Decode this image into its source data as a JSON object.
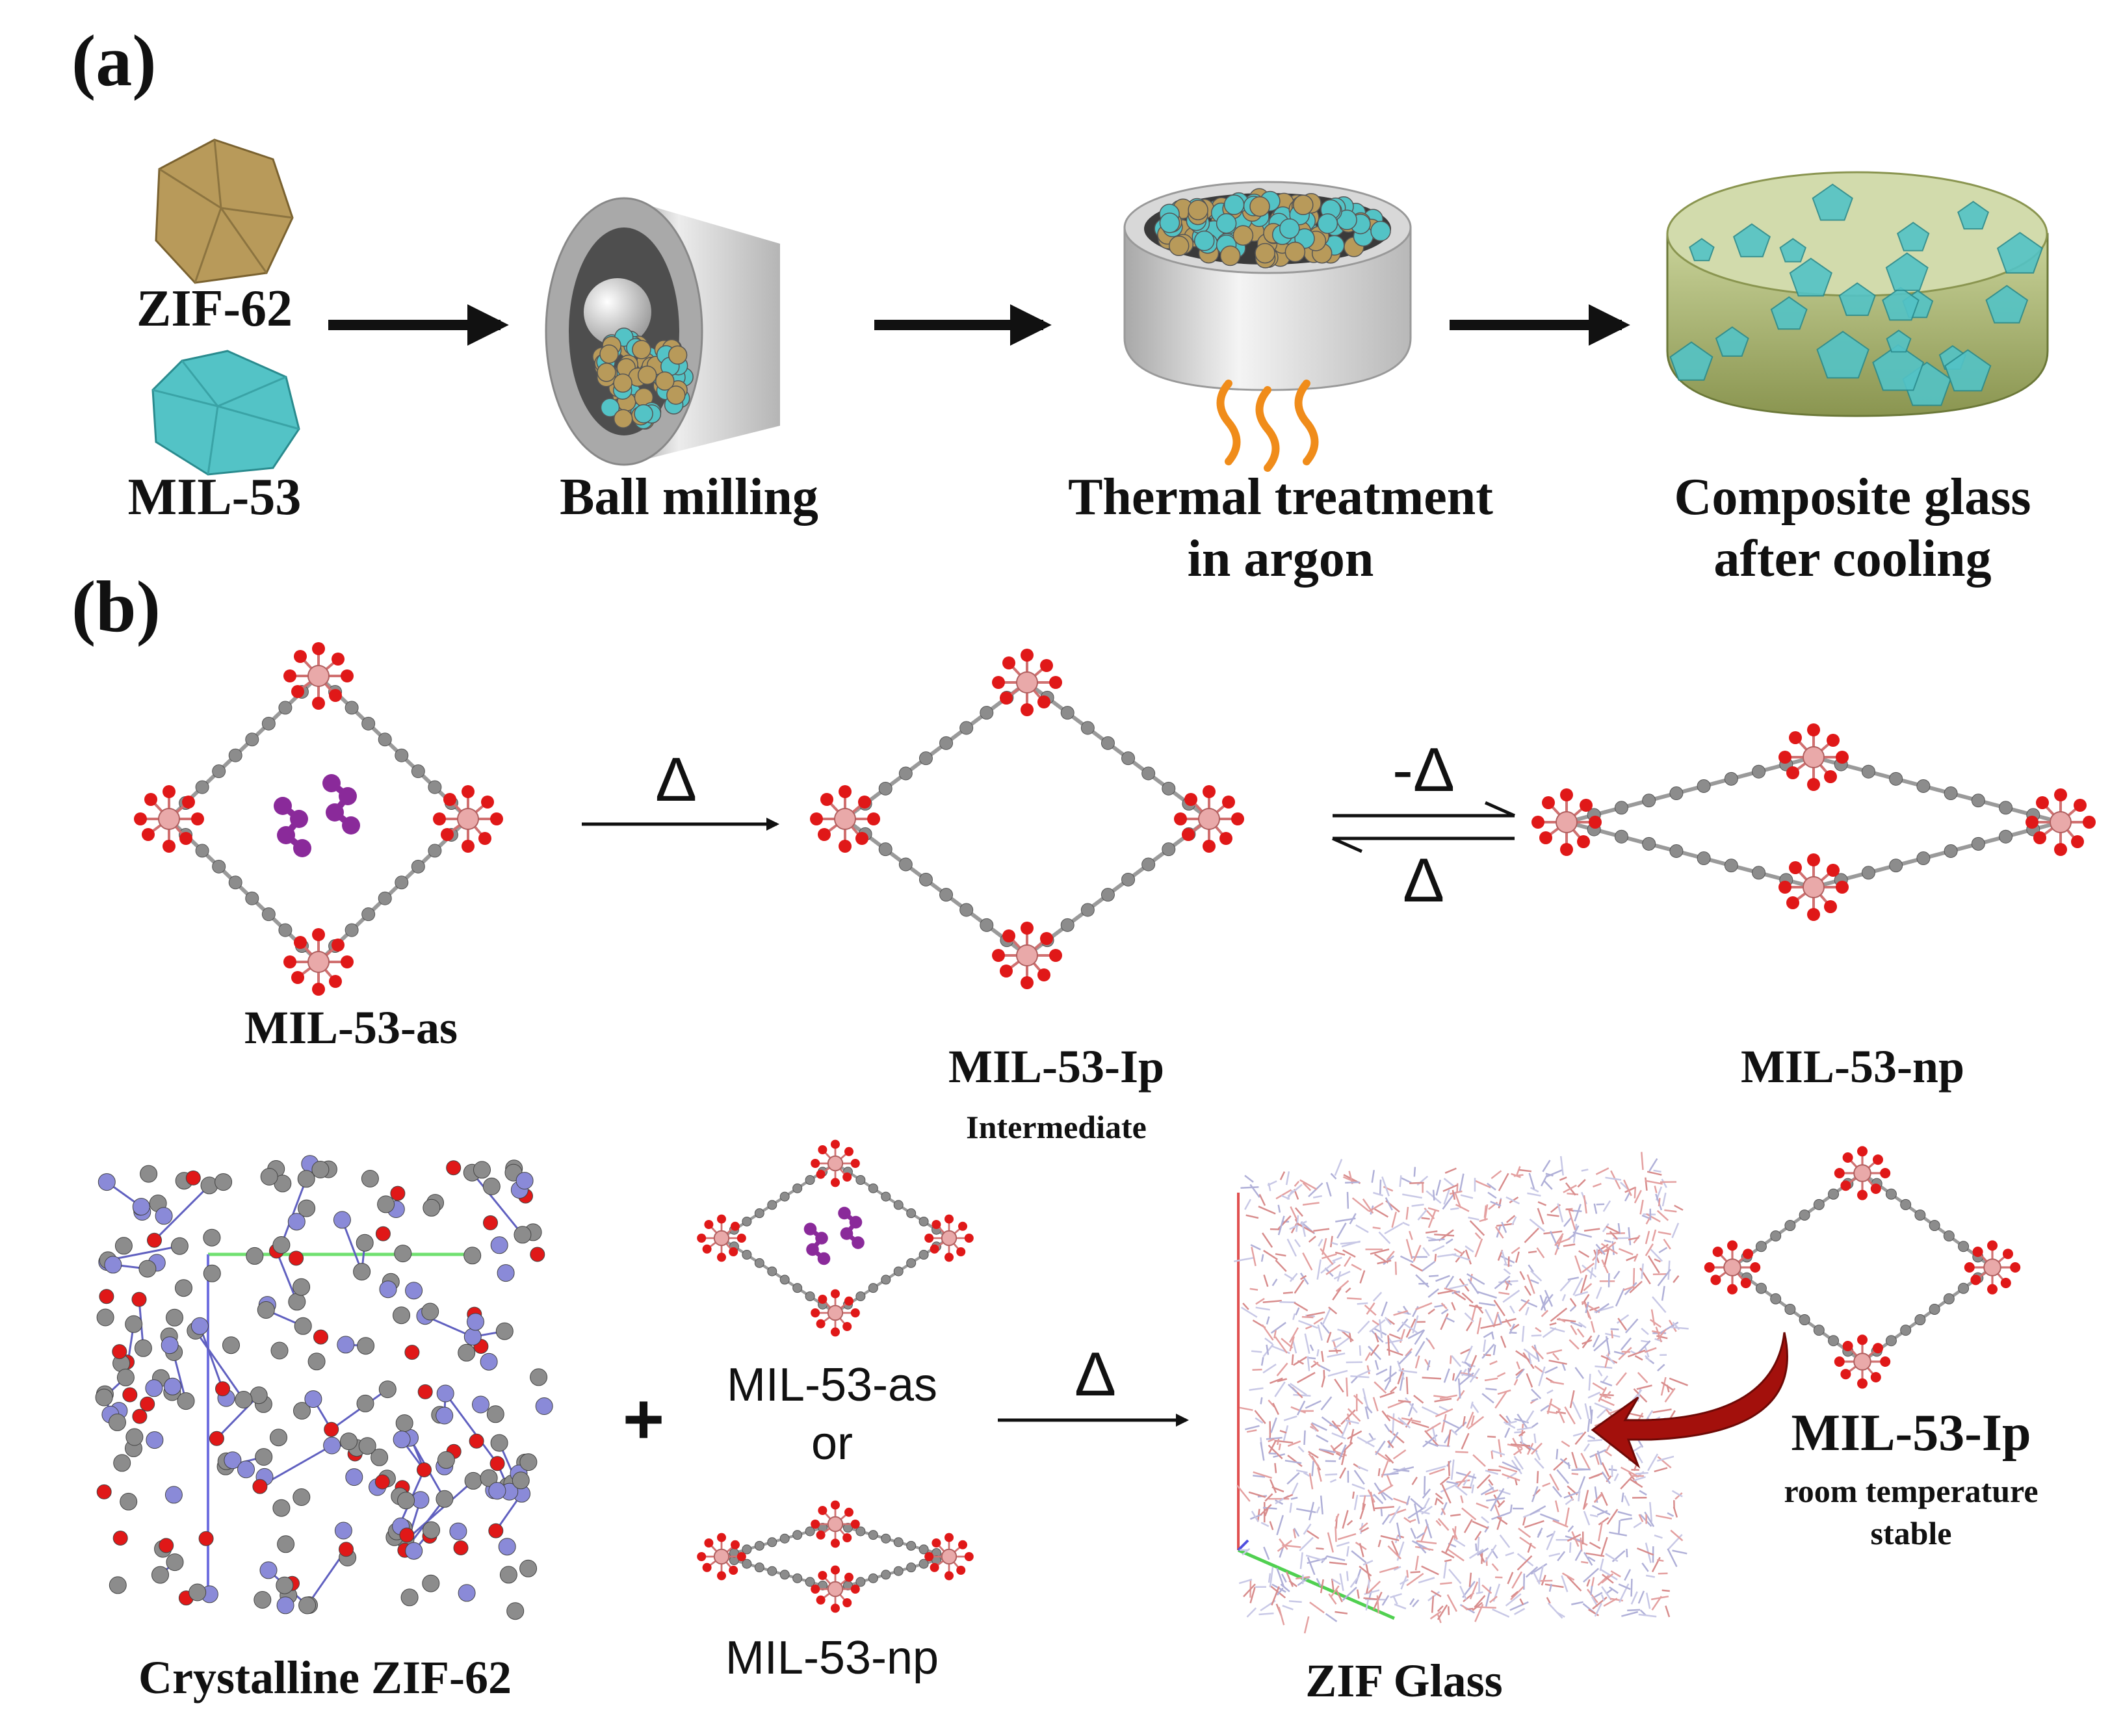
{
  "panels": {
    "a": "(a)",
    "b": "(b)"
  },
  "panel_a": {
    "zif62": "ZIF-62",
    "mil53": "MIL-53",
    "ball_milling": "Ball milling",
    "thermal_line1": "Thermal treatment",
    "thermal_line2": "in argon",
    "composite_line1": "Composite glass",
    "composite_line2": "after cooling"
  },
  "panel_b": {
    "mil53_as": "MIL-53-as",
    "mil53_lp": "MIL-53-Ip",
    "intermediate": "Intermediate",
    "mil53_np": "MIL-53-np",
    "delta": "Δ",
    "neg_delta": "-Δ",
    "crystalline_zif62": "Crystalline ZIF-62",
    "plus": "+",
    "or": "or",
    "small_as": "MIL-53-as",
    "small_np": "MIL-53-np",
    "zif_glass": "ZIF Glass",
    "lp_final": "MIL-53-Ip",
    "rt_line1": "room temperature",
    "rt_line2": "stable"
  },
  "colors": {
    "zif": "#b89a5a",
    "mil": "#53c3c6",
    "oxygen": "#e01818",
    "carbon": "#8c8c8c",
    "metal": "#e9a9a9",
    "guest": "#8a2a9a",
    "nitrogen": "#8a8ad8",
    "curved_arrow": "#a3100c"
  }
}
